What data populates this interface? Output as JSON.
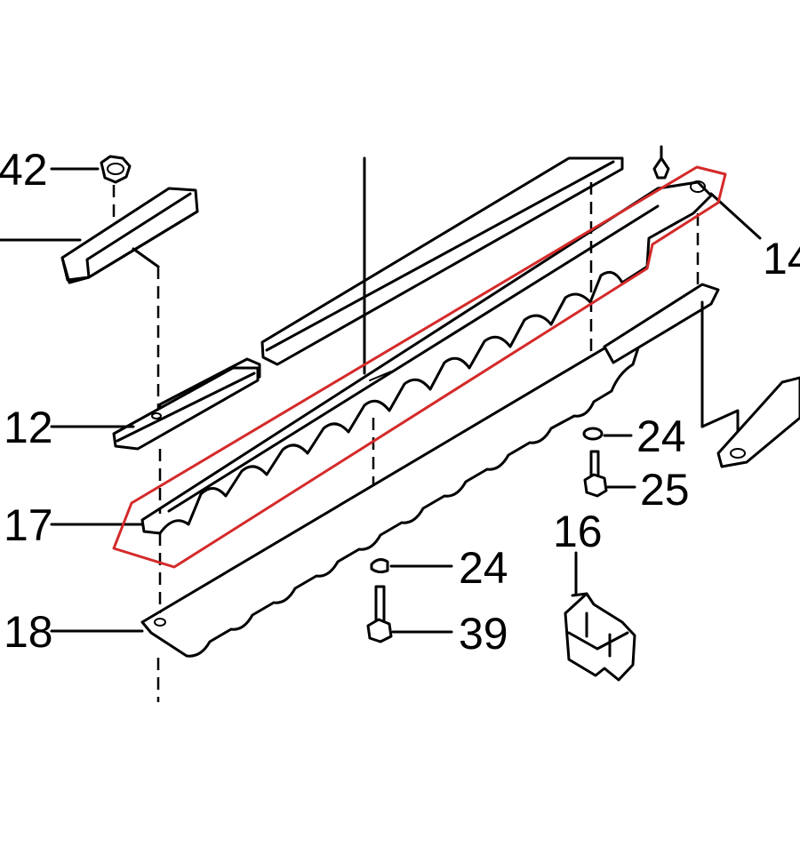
{
  "callouts": {
    "c42": "42",
    "c14": "14",
    "c12": "12",
    "c24a": "24",
    "c25": "25",
    "c16": "16",
    "c17": "17",
    "c24b": "24",
    "c18": "18",
    "c39": "39"
  },
  "colors": {
    "highlight": "#d42a2a",
    "line": "#000000",
    "background": "#ffffff"
  }
}
